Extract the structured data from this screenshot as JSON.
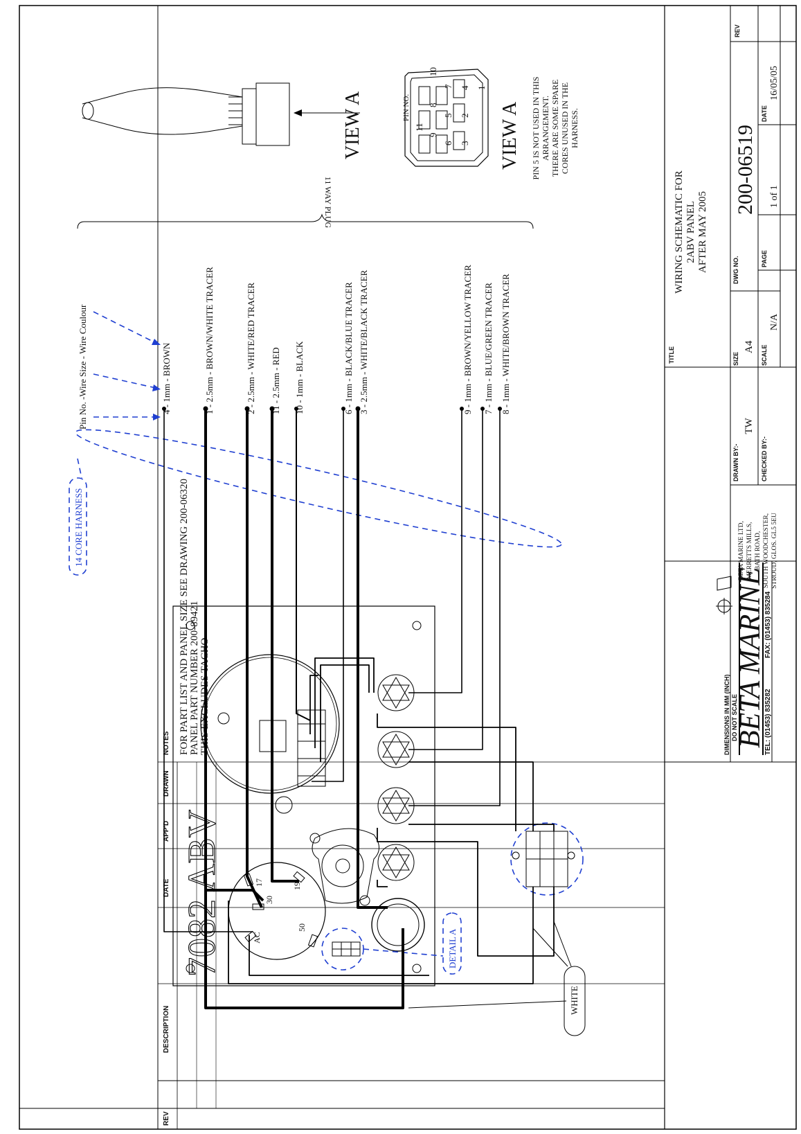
{
  "notes": {
    "header": "NOTES",
    "line1": "FOR PART LIST AND PANEL SIZE SEE DRAWING 200-06320",
    "line2": "PANEL PART NUMBER 200-89421",
    "line3": "THIS EXCLUDES TACHO"
  },
  "title_block": {
    "title_label": "TITLE",
    "title_line1": "WIRING SCHEMATIC FOR",
    "title_line2": "2ABV PANEL",
    "title_line3": "AFTER MAY 2005",
    "drawn_by_label": "DRAWN BY:-",
    "drawn_by": "TW",
    "checked_by_label": "CHECKED BY:-",
    "size_label": "SIZE",
    "size": "A4",
    "dwg_no_label": "DWG NO.",
    "dwg_no": "200-06519",
    "rev_label": "REV",
    "scale_label": "SCALE",
    "scale": "N/A",
    "page_label": "PAGE",
    "page": "1 of 1",
    "date_label": "DATE",
    "date": "16/05/05",
    "dims_line1": "DIMENSIONS IN MM (INCH)",
    "dims_line2": "DO NOT SCALE",
    "company": "BETA MARINE",
    "tel": "TEL: (01453) 835282",
    "fax": "FAX: (01453) 835284",
    "address1": "BETA MARINE LTD,",
    "address2": "MERRETTS MILLS,",
    "address3": "BATH ROAD,",
    "address4": "SOUTH WOODCHESTER,",
    "address5": "STROUD, GLOS. GL5 5EU"
  },
  "revision_table": {
    "rev": "REV",
    "description": "DESCRIPTION",
    "date": "DATE",
    "appd": "APP'D",
    "drawn": "DRAWN"
  },
  "wires": [
    "4 - 1mm - BROWN",
    "1 - 2.5mm - BROWN/WHITE TRACER",
    "2 - 2.5mm - WHITE/RED TRACER",
    "11 - 2.5mm - RED",
    "10 - 1mm - BLACK",
    "6 - 1mm - BLACK/BLUE TRACER",
    "3 - 2.5mm - WHITE/BLACK TRACER",
    "9 - 1mm - BROWN/YELLOW TRACER",
    "7 - 1mm - BLUE/GREEN TRACER",
    "8 - 1mm - WHITE/BROWN TRACER"
  ],
  "labels": {
    "key": "Pin No. -Wire Size - Wire Coulour",
    "plug": "11 WAY PLUG",
    "view_a": "VIEW A",
    "pin_no": "PIN NO.",
    "pin5_line1": "PIN 5 IS NOT USED IN THIS",
    "pin5_line2": "ARRANGEMENT.",
    "pin5_line3": "THERE ARE SOME SPARE",
    "pin5_line4": "CORES UNUSED IN THE",
    "pin5_line5": "HARNESS.",
    "harness": "14 CORE HARNESS",
    "panel_code": "7082 ABV",
    "detail_a": "DETAIL A",
    "white": "WHITE",
    "term_17": "17",
    "term_30": "30",
    "term_19": "19",
    "term_50": "50",
    "term_ac": "AC"
  },
  "pins": {
    "p1": "1",
    "p2": "2",
    "p3": "3",
    "p4": "4",
    "p5": "5",
    "p6": "6",
    "p7": "7",
    "p8": "8",
    "p9": "9",
    "p10": "10",
    "p11": "11"
  }
}
